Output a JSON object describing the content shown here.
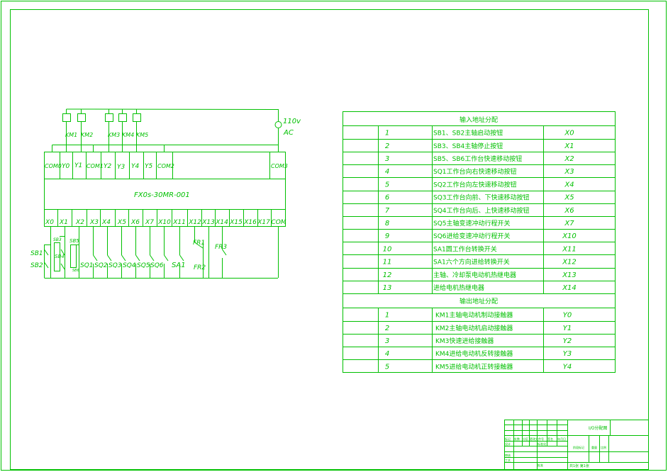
{
  "power": {
    "voltage": "110v",
    "type": "AC"
  },
  "relays": [
    "KM1",
    "KM2",
    "KM3",
    "KM4",
    "KM5"
  ],
  "plc": {
    "model": "FX0s-30MR-001",
    "outputs": [
      "COM0",
      "Y0",
      "Y1",
      "COM1",
      "Y2",
      "Y3",
      "Y4",
      "Y5",
      "COM2",
      "COM3"
    ],
    "inputs": [
      "X0",
      "X1",
      "X2",
      "X3",
      "X4",
      "X5",
      "X6",
      "X7",
      "X10",
      "X11",
      "X12",
      "X13",
      "X14",
      "X15",
      "X16",
      "X17",
      "COM"
    ]
  },
  "switches": {
    "sb1": "SB1",
    "sb2": "SB2",
    "sb3": "SB3",
    "sb4": "SB4",
    "sb5": "SB5",
    "sb6": "SB6",
    "sq1": "SQ1",
    "sq2": "SQ2",
    "sq3": "SQ3",
    "sq4": "SQ4",
    "sq5": "SQ5",
    "sq6": "SQ6",
    "sa1": "SA1",
    "fr1": "FR1",
    "fr2": "FR2",
    "fr3": "FR3"
  },
  "input_table": {
    "header": "输入地址分配",
    "rows": [
      {
        "no": "1",
        "desc": "SB1、SB2主轴启动按钮",
        "addr": "X0"
      },
      {
        "no": "2",
        "desc": "SB3、SB4主轴停止按钮",
        "addr": "X1"
      },
      {
        "no": "3",
        "desc": "SB5、SB6工作台快速移动按钮",
        "addr": "X2"
      },
      {
        "no": "4",
        "desc": "SQ1工作台向右快速移动按钮",
        "addr": "X3"
      },
      {
        "no": "5",
        "desc": "SQ2工作台向左快速移动按钮",
        "addr": "X4"
      },
      {
        "no": "6",
        "desc": "SQ3工作台向前、下快速移动按钮",
        "addr": "X5"
      },
      {
        "no": "7",
        "desc": "SQ4工作台向后、上快速移动按钮",
        "addr": "X6"
      },
      {
        "no": "8",
        "desc": "SQ5主轴变速冲动行程开关",
        "addr": "X7"
      },
      {
        "no": "9",
        "desc": "SQ6进给变速冲动行程开关",
        "addr": "X10"
      },
      {
        "no": "10",
        "desc": "SA1圆工作台转换开关",
        "addr": "X11"
      },
      {
        "no": "11",
        "desc": "SA1六个方向进给转换开关",
        "addr": "X12"
      },
      {
        "no": "12",
        "desc": "主轴、冷却泵电动机热继电器",
        "addr": "X13"
      },
      {
        "no": "13",
        "desc": "进给电机热继电器",
        "addr": "X14"
      }
    ]
  },
  "output_table": {
    "header": "输出地址分配",
    "rows": [
      {
        "no": "1",
        "desc": "KM1主轴电动机制动接触器",
        "addr": "Y0"
      },
      {
        "no": "2",
        "desc": "KM2主轴电动机启动接触器",
        "addr": "Y1"
      },
      {
        "no": "3",
        "desc": "KM3快速进给接触器",
        "addr": "Y2"
      },
      {
        "no": "4",
        "desc": "KM4进给电动机反转接触器",
        "addr": "Y3"
      },
      {
        "no": "5",
        "desc": "KM5进给电动机正转接触器",
        "addr": "Y4"
      }
    ]
  },
  "title_block": {
    "title": "I/O分配图",
    "c1": "标记",
    "c2": "处数",
    "c3": "分区",
    "c4": "更改文件号",
    "c5": "签名",
    "c6": "年月日",
    "c7": "设计",
    "c8": "标准化",
    "c9": "阶段标记",
    "c10": "重量",
    "c11": "比例",
    "c12": "审核",
    "c13": "工艺",
    "c14": "批准",
    "c15": "共1张 第1张"
  }
}
